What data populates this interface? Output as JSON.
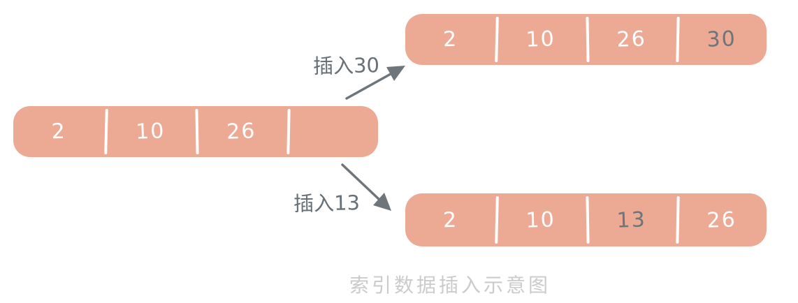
{
  "colors": {
    "array_fill": "#ecaa95",
    "divider": "#ffffff",
    "number_white": "#ffffff",
    "number_gray": "#6b757a",
    "arrow": "#6e767c",
    "label": "#667076",
    "caption": "#cbcbcb",
    "background": "#ffffff"
  },
  "arrays": {
    "source": {
      "cells": [
        {
          "value": "2",
          "tone": "white"
        },
        {
          "value": "10",
          "tone": "white"
        },
        {
          "value": "26",
          "tone": "white"
        },
        {
          "value": "",
          "tone": "white"
        }
      ]
    },
    "after_insert_30": {
      "cells": [
        {
          "value": "2",
          "tone": "white"
        },
        {
          "value": "10",
          "tone": "white"
        },
        {
          "value": "26",
          "tone": "white"
        },
        {
          "value": "30",
          "tone": "gray"
        }
      ]
    },
    "after_insert_13": {
      "cells": [
        {
          "value": "2",
          "tone": "white"
        },
        {
          "value": "10",
          "tone": "white"
        },
        {
          "value": "13",
          "tone": "gray"
        },
        {
          "value": "26",
          "tone": "white"
        }
      ]
    }
  },
  "labels": {
    "insert30": "插入30",
    "insert13": "插入13"
  },
  "caption": "索引数据插入示意图"
}
